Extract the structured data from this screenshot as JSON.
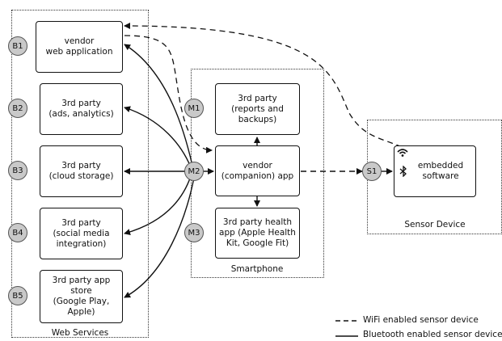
{
  "regions": {
    "web_services": "Web Services",
    "smartphone": "Smartphone",
    "sensor_device": "Sensor Device"
  },
  "boxes": {
    "b1": "vendor\nweb application",
    "b2": "3rd party\n(ads, analytics)",
    "b3": "3rd party\n(cloud storage)",
    "b4": "3rd party\n(social media\nintegration)",
    "b5": "3rd party app\nstore\n(Google Play,\nApple)",
    "m1": "3rd party\n(reports and\nbackups)",
    "m2": "vendor\n(companion) app",
    "m3": "3rd party health\napp (Apple Health\nKit, Google Fit)",
    "s1": "embedded\nsoftware"
  },
  "nodes": {
    "b1": "B1",
    "b2": "B2",
    "b3": "B3",
    "b4": "B4",
    "b5": "B5",
    "m1": "M1",
    "m2": "M2",
    "m3": "M3",
    "s1": "S1"
  },
  "icons": {
    "wifi": "wifi-icon",
    "bluetooth": "bluetooth-icon"
  },
  "legend": {
    "wifi": "WiFi enabled sensor device",
    "bluetooth": "Bluetooth enabled sensor device"
  },
  "colors": {
    "line": "#111111",
    "node_fill": "#c9c9c9"
  }
}
